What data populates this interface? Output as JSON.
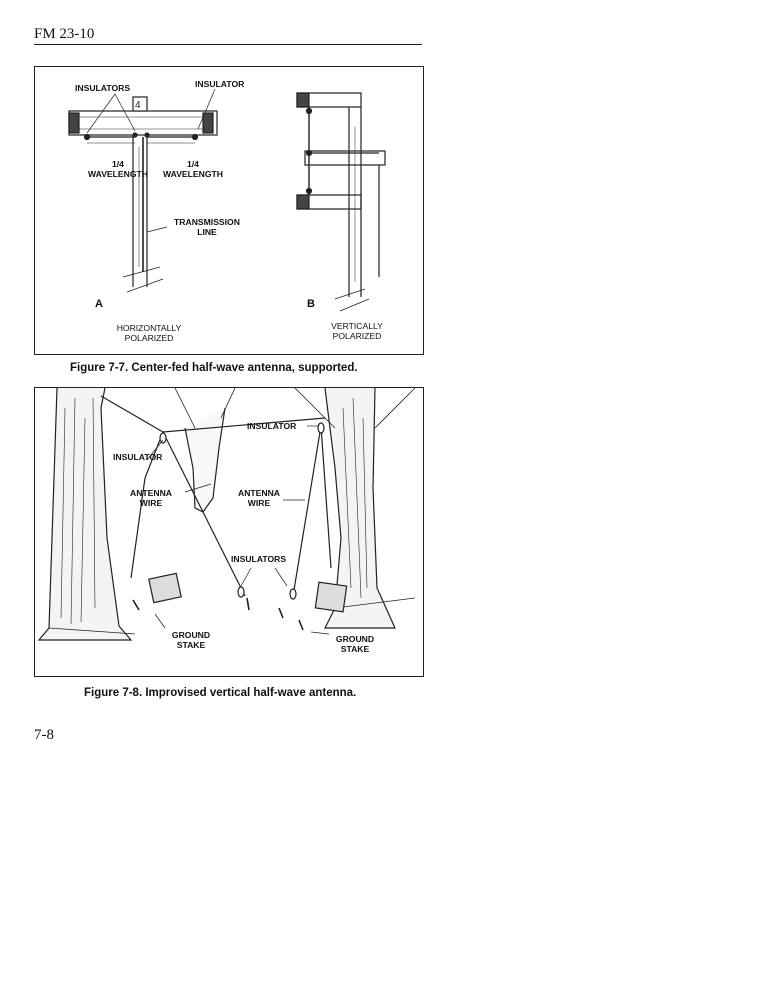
{
  "header": {
    "manual": "FM 23-10"
  },
  "figure_7_7": {
    "caption": "Figure 7-7. Center-fed half-wave antenna, supported.",
    "labels": {
      "insulators": "INSULATORS",
      "insulator": "INSULATOR",
      "quarter_left_1": "1/4",
      "quarter_left_2": "WAVELENGTH",
      "quarter_right_1": "1/4",
      "quarter_right_2": "WAVELENGTH",
      "transmission_1": "TRANSMISSION",
      "transmission_2": "LINE",
      "panel_a": "A",
      "panel_b": "B",
      "horiz_1": "HORIZONTALLY",
      "horiz_2": "POLARIZED",
      "vert_1": "VERTICALLY",
      "vert_2": "POLARIZED"
    }
  },
  "figure_7_8": {
    "caption": "Figure 7-8. Improvised vertical half-wave antenna.",
    "labels": {
      "insulator_left": "INSULATOR",
      "insulator_top": "INSULATOR",
      "antenna_wire_left_1": "ANTENNA",
      "antenna_wire_left_2": "WIRE",
      "antenna_wire_right_1": "ANTENNA",
      "antenna_wire_right_2": "WIRE",
      "insulators": "INSULATORS",
      "ground_left_1": "GROUND",
      "ground_left_2": "STAKE",
      "ground_right_1": "GROUND",
      "ground_right_2": "STAKE"
    }
  },
  "footer": {
    "page_number": "7-8"
  }
}
